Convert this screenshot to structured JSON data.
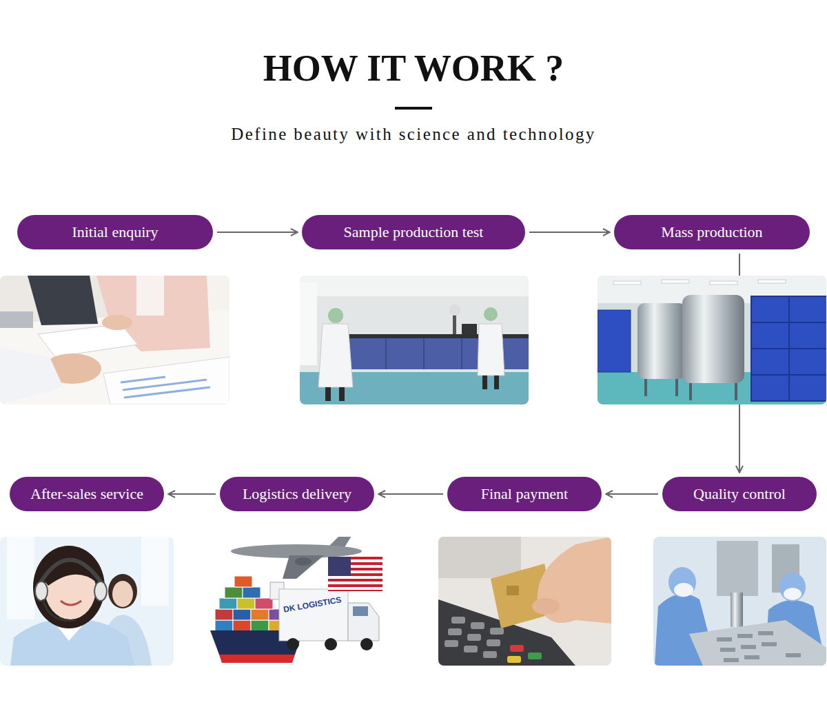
{
  "diagram": {
    "title": "HOW IT WORK ?",
    "caption": "Define beauty with science and technology",
    "nodes": [
      {
        "text": [
          "Initial enquiry"
        ]
      },
      {
        "text": [
          "Sample production test"
        ]
      },
      {
        "text": [
          "Mass production"
        ]
      },
      {
        "text": [
          "Quality control"
        ]
      },
      {
        "text": [
          "Final payment"
        ]
      },
      {
        "text": [
          "Logistics delivery"
        ]
      },
      {
        "text": [
          "After-sales service"
        ]
      }
    ],
    "edges": [
      {
        "from": 0,
        "to": 1,
        "arrow": "to"
      },
      {
        "from": 1,
        "to": 2,
        "arrow": "to"
      },
      {
        "from": 2,
        "to": 3,
        "arrow": "to"
      },
      {
        "from": 3,
        "to": 4,
        "arrow": "to"
      },
      {
        "from": 4,
        "to": 5,
        "arrow": "to"
      },
      {
        "from": 5,
        "to": 6,
        "arrow": "to"
      }
    ],
    "labels": [
      "DK LOGISTICS"
    ]
  }
}
